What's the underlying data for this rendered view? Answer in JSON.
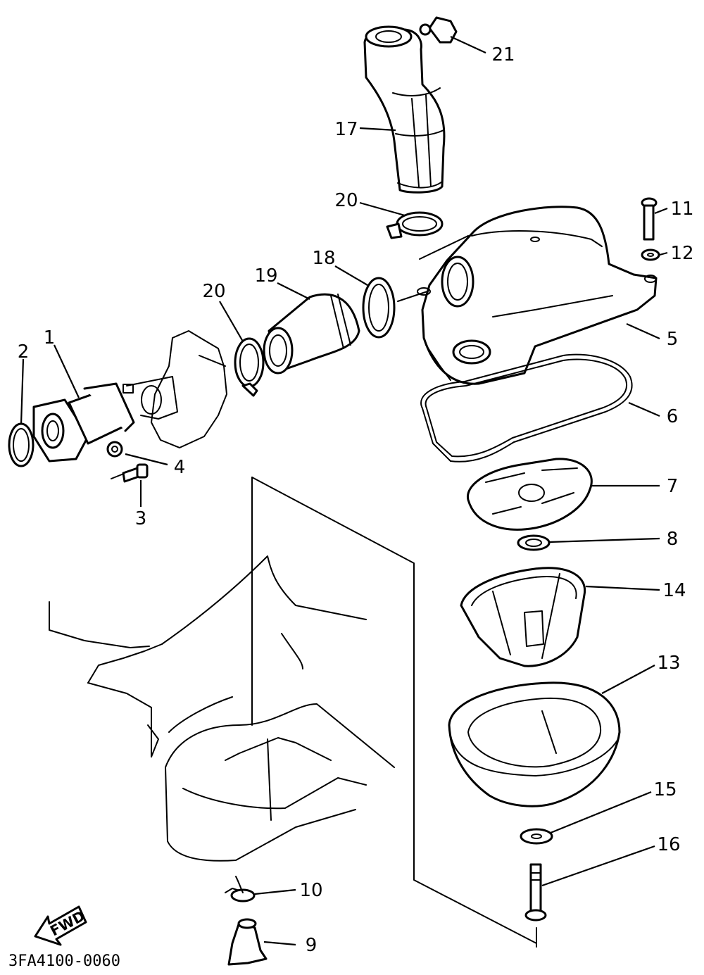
{
  "diagram": {
    "code": "3FA4100-0060",
    "fwd_label": "FWD",
    "callouts": [
      "1",
      "2",
      "3",
      "4",
      "5",
      "6",
      "7",
      "8",
      "9",
      "10",
      "11",
      "12",
      "13",
      "14",
      "15",
      "16",
      "17",
      "18",
      "19",
      "20",
      "20",
      "21"
    ]
  }
}
